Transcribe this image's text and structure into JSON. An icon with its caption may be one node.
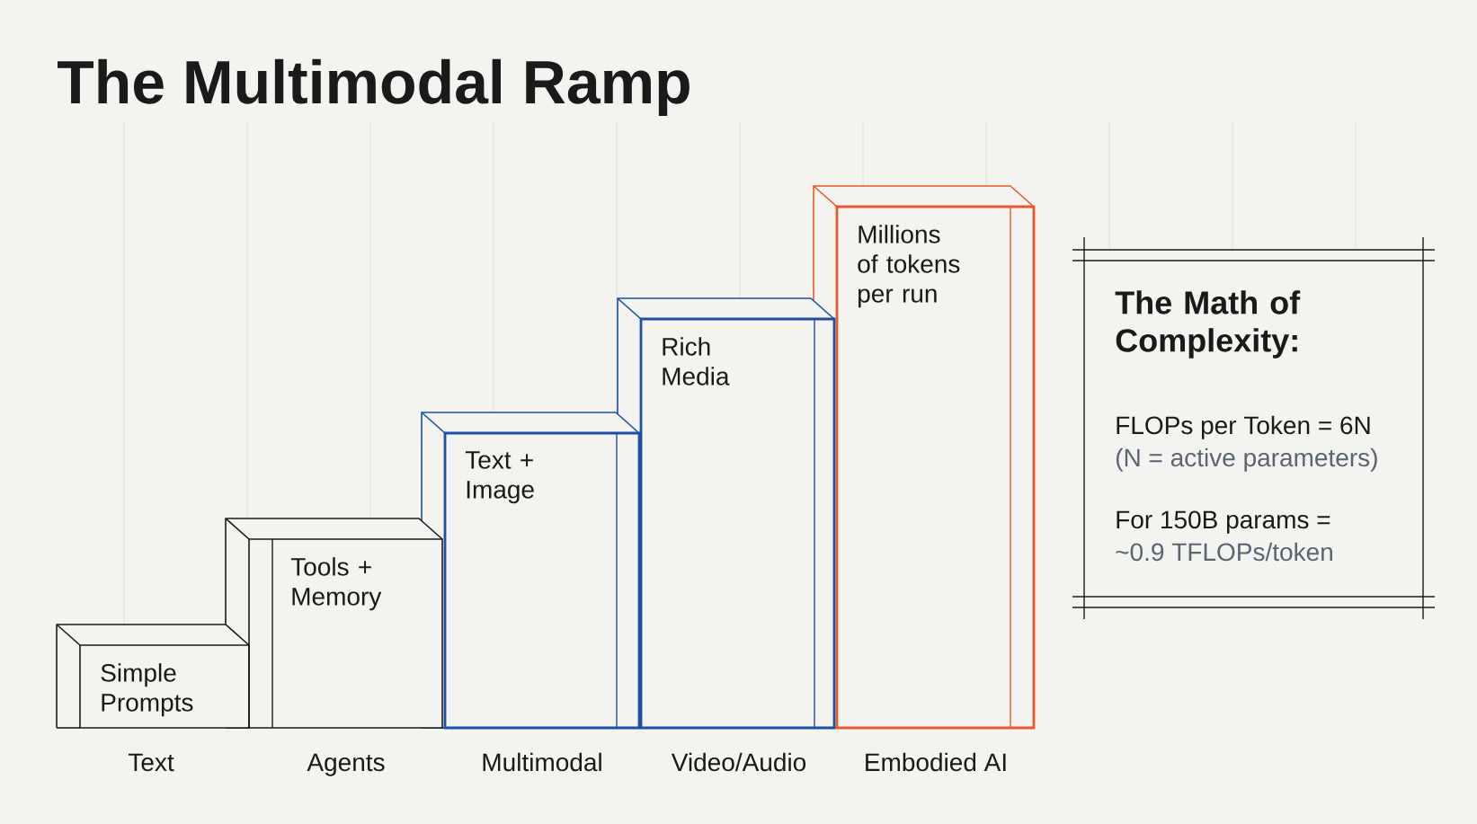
{
  "diagram": {
    "title": "The Multimodal Ramp",
    "nodes": [
      {
        "text": [
          "Simple Prompts"
        ],
        "beside": [
          "Text"
        ]
      },
      {
        "text": [
          "Tools + Memory"
        ],
        "beside": [
          "Agents"
        ]
      },
      {
        "text": [
          "Text + Image"
        ],
        "beside": [
          "Multimodal"
        ]
      },
      {
        "text": [
          "Rich Media"
        ],
        "beside": [
          "Video/Audio"
        ]
      },
      {
        "text": [
          "Millions of tokens per run"
        ],
        "beside": [
          "Embodied AI"
        ]
      },
      {
        "text": [
          "The Math of Complexity:",
          "FLOPs per Token = 6N",
          "(N = active parameters)",
          "For 150B params =",
          "~0.9 TFLOPs/token"
        ]
      }
    ]
  }
}
